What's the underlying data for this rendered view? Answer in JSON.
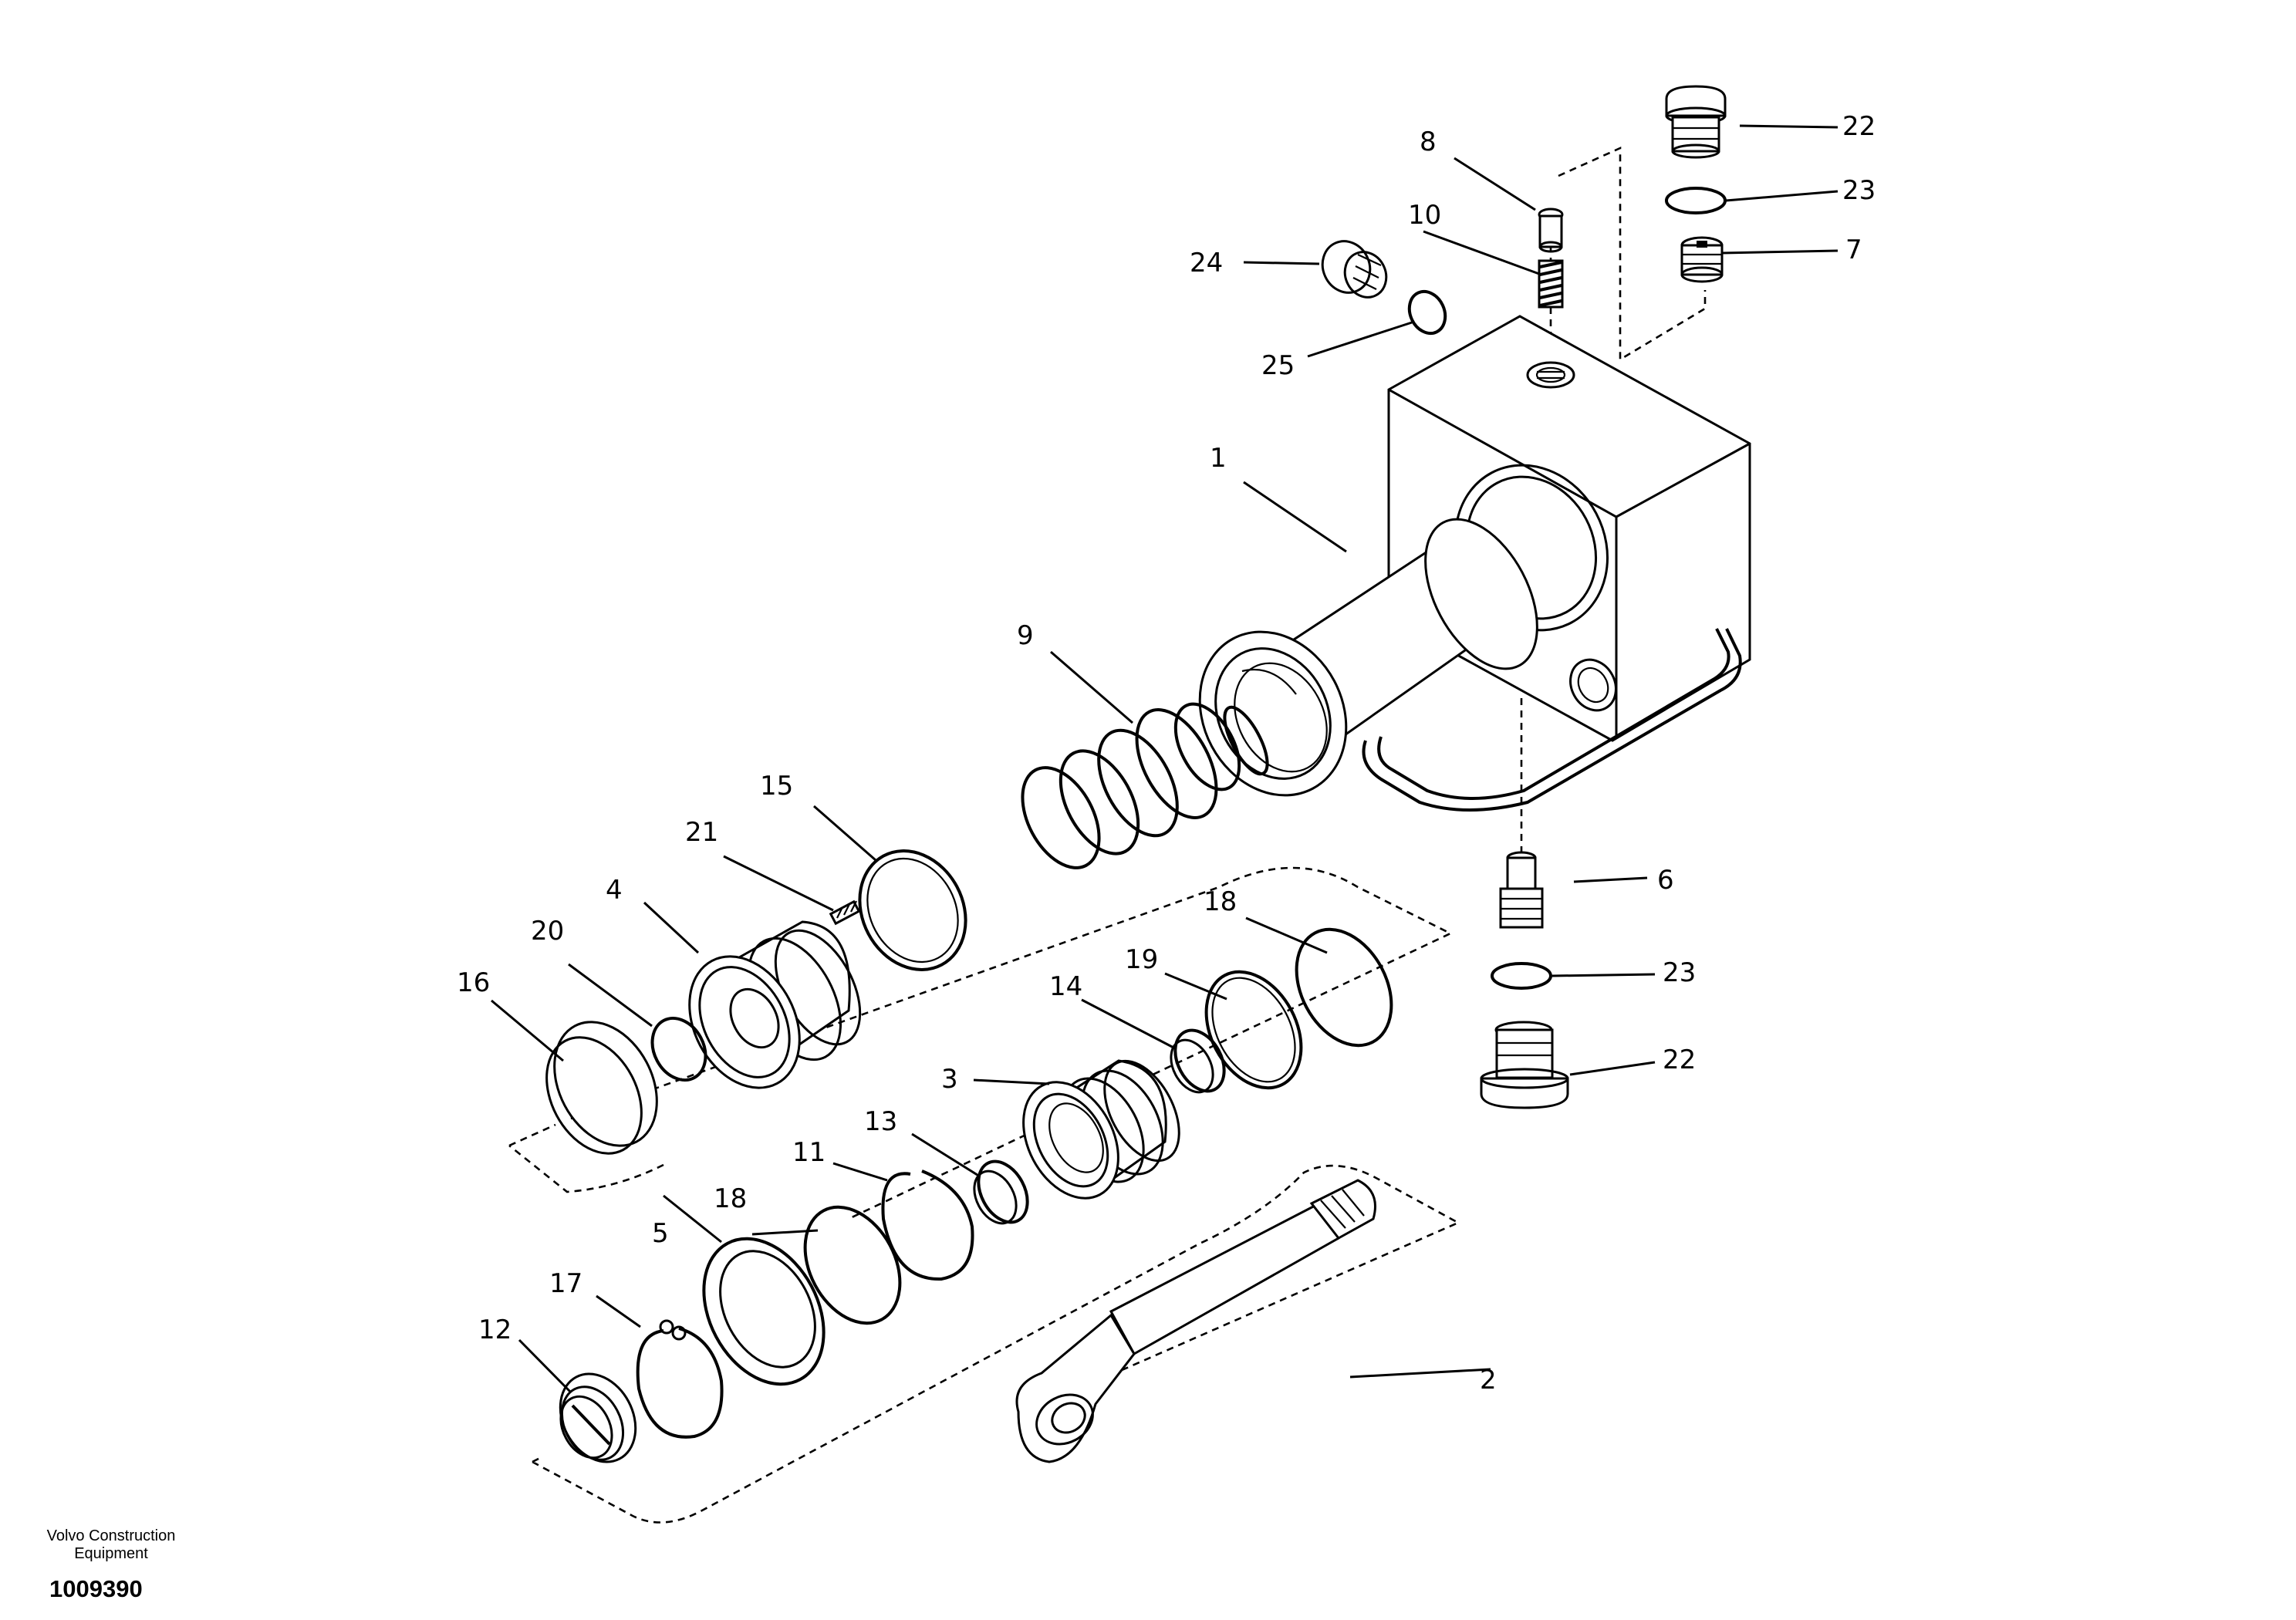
{
  "footer": {
    "company_line1": "Volvo Construction",
    "company_line2": "Equipment",
    "drawing_number": "1009390"
  },
  "callouts": {
    "c1": "1",
    "c2": "2",
    "c3": "3",
    "c4": "4",
    "c5": "5",
    "c6": "6",
    "c7": "7",
    "c8": "8",
    "c9": "9",
    "c10": "10",
    "c11": "11",
    "c12": "12",
    "c13": "13",
    "c14": "14",
    "c15": "15",
    "c16": "16",
    "c17": "17",
    "c18a": "18",
    "c18b": "18",
    "c19": "19",
    "c20": "20",
    "c21": "21",
    "c22a": "22",
    "c22b": "22",
    "c23a": "23",
    "c23b": "23",
    "c24": "24",
    "c25": "25"
  }
}
